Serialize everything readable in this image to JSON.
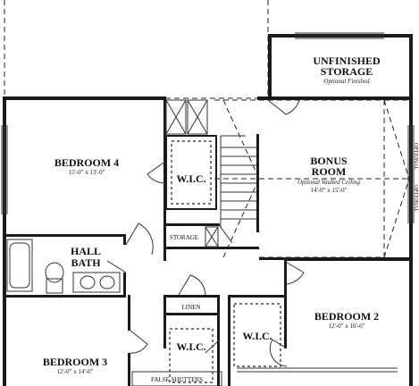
{
  "rooms": {
    "unfinished_storage": {
      "name_line1": "UNFINISHED",
      "name_line2": "STORAGE",
      "note": "Optional Finished"
    },
    "bedroom4": {
      "name": "BEDROOM 4",
      "dims": "15'-0\" x 13'-0\""
    },
    "bonus_room": {
      "name_line1": "BONUS",
      "name_line2": "ROOM",
      "note": "Optional Vaulted Ceiling",
      "dims": "14'-0\" x 15'-0\""
    },
    "wic_bed4": {
      "name": "W.I.C."
    },
    "storage": {
      "name": "STORAGE"
    },
    "hall_bath": {
      "name_line1": "HALL",
      "name_line2": "BATH"
    },
    "linen": {
      "name": "LINEN"
    },
    "wic_bed3": {
      "name": "W.I.C."
    },
    "wic_bed2": {
      "name": "W.I.C."
    },
    "bedroom2": {
      "name": "BEDROOM 2",
      "dims": "12'-0\" x 10'-6\""
    },
    "bedroom3": {
      "name": "BEDROOM 3",
      "dims": "12'-0\" x 14'-0\""
    }
  },
  "labels": {
    "false_shutters": "FALSE SHUTTERS",
    "optional_left": "OPTIONAL",
    "optional_right": "OPTIONAL"
  }
}
